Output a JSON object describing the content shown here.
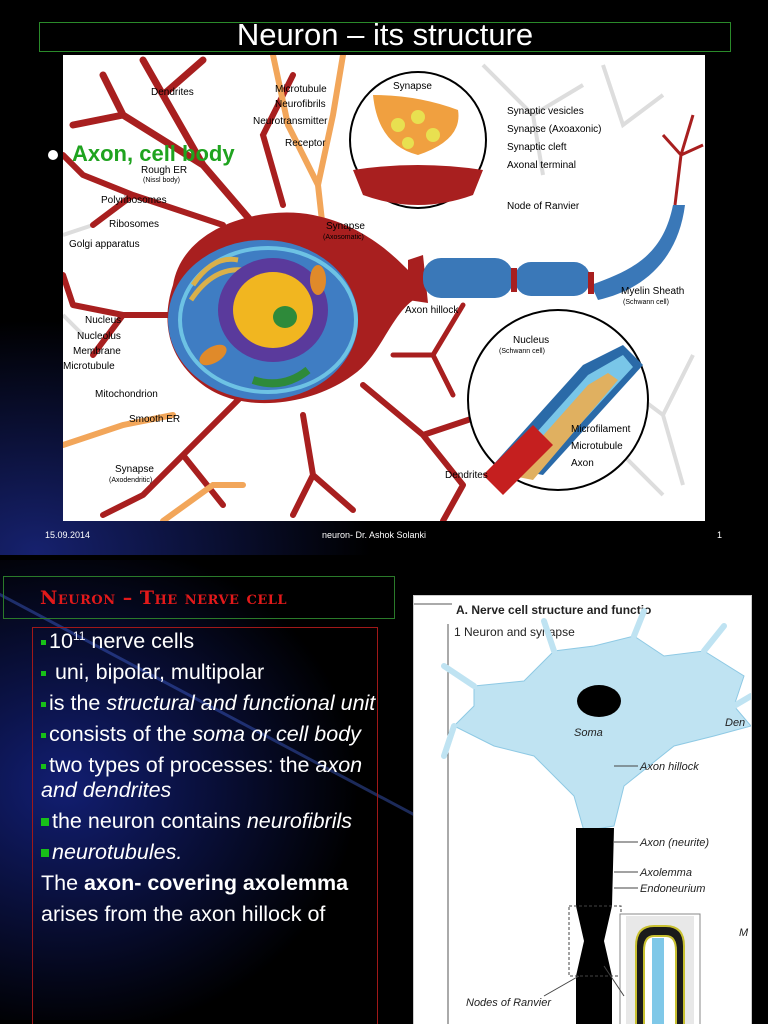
{
  "slide1": {
    "title": "Neuron – its structure",
    "bullet": "Axon, cell body",
    "footer": {
      "date": "15.09.2014",
      "author": "neuron- Dr. Ashok Solanki",
      "page": "1"
    },
    "labels": {
      "dendrites_top": "Dendrites",
      "microtubule": "Microtubule",
      "neurofibrils": "Neurofibrils",
      "neurotransmitter": "Neurotransmitter",
      "receptor": "Receptor",
      "synapse_top": "Synapse",
      "synaptic_vesicles": "Synaptic vesicles",
      "synapse_axoaxonic": "Synapse (Axoaxonic)",
      "synaptic_cleft": "Synaptic cleft",
      "axonal_terminal": "Axonal terminal",
      "rough_er": "Rough ER",
      "nissl_body": "(Nissl body)",
      "polyribosomes": "Polyribosomes",
      "ribosomes": "Ribosomes",
      "golgi": "Golgi apparatus",
      "synapse_axosomatic": "Synapse",
      "axosomatic": "(Axosomatic)",
      "node_ranvier": "Node of Ranvier",
      "myelin_sheath": "Myelin Sheath",
      "schwann_cell": "(Schwann cell)",
      "axon_hillock": "Axon hillock",
      "nucleus": "Nucleus",
      "nucleolus": "Nucleolus",
      "membrane": "Membrane",
      "microtubule_left": "Microtubule",
      "nucleus_schwann": "Nucleus",
      "schwann_cell2": "(Schwann cell)",
      "mitochondrion": "Mitochondrion",
      "smooth_er": "Smooth ER",
      "microfilament": "Microfilament",
      "microtubule_right": "Microtubule",
      "axon": "Axon",
      "synapse_bottom": "Synapse",
      "axodendritic": "(Axodendritic)",
      "dendrites_bottom": "Dendrites"
    }
  },
  "slide2": {
    "title": "Neuron – The nerve cell",
    "list": [
      {
        "sq": "small",
        "pre": "10",
        "sup": "11",
        "post": " nerve cells"
      },
      {
        "sq": "small",
        "text": " uni, bipolar, multipolar"
      },
      {
        "sq": "small",
        "text": "is the ",
        "italic": "structural and functional unit"
      },
      {
        "sq": "small",
        "text": "consists of the ",
        "italic": "soma or cell body"
      },
      {
        "sq": "small",
        "text": "two types of processes: the ",
        "italic": "axon and dendrites"
      },
      {
        "sq": "big",
        "text": "the neuron contains ",
        "italic": "neurofibrils"
      },
      {
        "sq": "big",
        "italic": "neurotubules."
      }
    ],
    "axon_line_pre": "The ",
    "axon_line_bold": "axon- covering axolemma",
    "last_line": "arises from the axon hillock of",
    "figure": {
      "heading": "A. Nerve cell structure and functio",
      "sub": "1  Neuron and synapse",
      "soma": "Soma",
      "den": "Den",
      "axon_hillock": "Axon hillock",
      "axon_neurite": "Axon (neurite)",
      "axolemma": "Axolemma",
      "endoneurium": "Endoneurium",
      "nodes": "Nodes of Ranvier",
      "m": "M"
    }
  },
  "colors": {
    "title_green": "#1fa31f",
    "slide2_title_red": "#e2191a",
    "neuron_red": "#a81f1f",
    "myelin_blue": "#3a78b8"
  }
}
